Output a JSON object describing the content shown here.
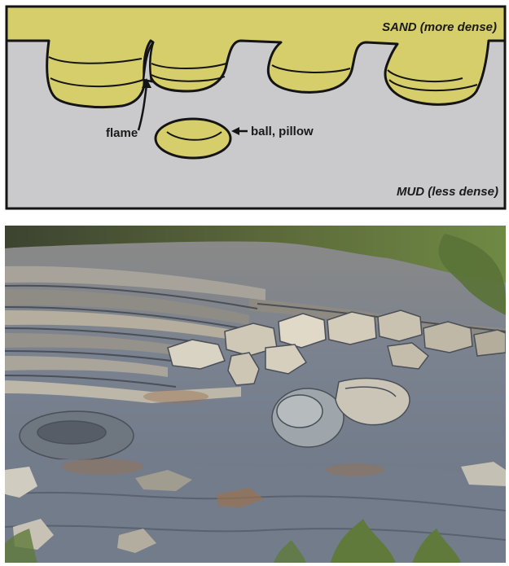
{
  "diagram": {
    "labels": {
      "sand": "SAND (more dense)",
      "mud": "MUD (less dense)",
      "flame": "flame",
      "ball_pillow": "ball, pillow"
    },
    "colors": {
      "sand": "#d6ce6a",
      "mud": "#cacacc",
      "outline": "#141414"
    }
  },
  "photo": {
    "subject": "outcrop-ball-and-pillow-structures",
    "colors": {
      "sky_vegetation": "#556b3a",
      "rock_light": "#c8c2b6",
      "rock_blue": "#7d8796",
      "rock_dark": "#4a4f58",
      "rust": "#9a7250"
    }
  }
}
